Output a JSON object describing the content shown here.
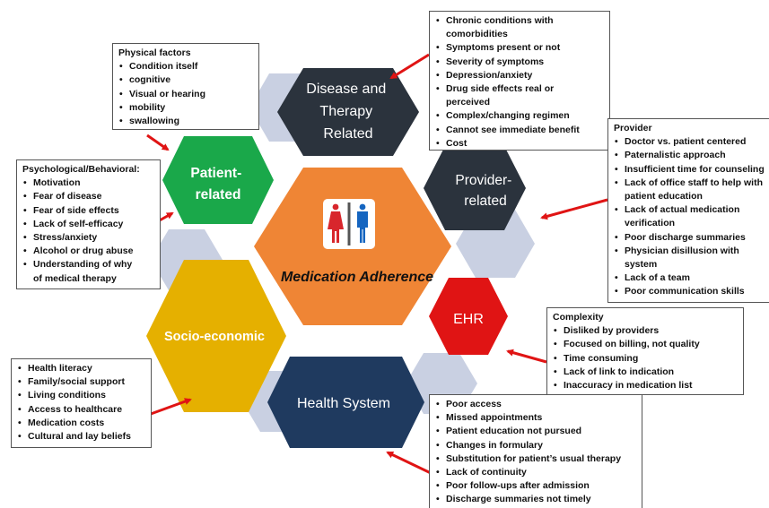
{
  "center": {
    "title": "Medication Adherence",
    "icon": "restroom-icon"
  },
  "categories": {
    "disease": "Disease and Therapy Related",
    "patient": "Patient- related",
    "provider": "Provider- related",
    "ehr": "EHR",
    "socio": "Socio-economic",
    "health": "Health System"
  },
  "colors": {
    "center": "#ef8535",
    "disease": "#2b333d",
    "patient": "#1aa84a",
    "provider": "#2b333d",
    "ehr": "#e01414",
    "socio": "#e5b000",
    "health": "#1f3a5f",
    "ghost": "#c9d0e2",
    "arrow": "#e01414"
  },
  "boxes": {
    "physical": {
      "heading": "Physical factors",
      "items": [
        "Condition itself",
        "cognitive",
        "Visual or hearing",
        "mobility",
        "swallowing"
      ]
    },
    "disease": {
      "items": [
        "Chronic conditions with",
        "comorbidities",
        "Symptoms present or not",
        "Severity of symptoms",
        "Depression/anxiety",
        "Drug side effects real or",
        "perceived",
        "Complex/changing regimen",
        "Cannot see immediate benefit",
        "Cost"
      ]
    },
    "psych": {
      "heading": "Psychological/Behavioral:",
      "items": [
        "Motivation",
        "Fear of disease",
        "Fear of side effects",
        "Lack of self-efficacy",
        "Stress/anxiety",
        "Alcohol or drug abuse",
        "Understanding of why",
        "of medical therapy"
      ]
    },
    "provider": {
      "heading": "Provider",
      "items": [
        "Doctor vs. patient centered",
        "Paternalistic approach",
        "Insufficient time for counseling",
        "Lack of office staff to help with",
        "patient education",
        "Lack of actual medication",
        "verification",
        "Poor discharge summaries",
        "Physician disillusion with",
        "system",
        "Lack of a team",
        "Poor communication skills"
      ]
    },
    "ehr": {
      "heading": "Complexity",
      "items": [
        "Disliked by providers",
        "Focused on billing, not quality",
        "Time consuming",
        "Lack of link to indication",
        "Inaccuracy in medication list"
      ]
    },
    "socio": {
      "items": [
        "Health literacy",
        "Family/social support",
        "Living conditions",
        "Access to healthcare",
        "Medication costs",
        "Cultural and lay beliefs"
      ]
    },
    "health": {
      "items": [
        "Poor access",
        "Missed appointments",
        "Patient education not pursued",
        "Changes in formulary",
        "Substitution for patient’s usual therapy",
        "Lack of continuity",
        "Poor follow-ups after admission",
        "Discharge summaries not timely"
      ]
    }
  }
}
